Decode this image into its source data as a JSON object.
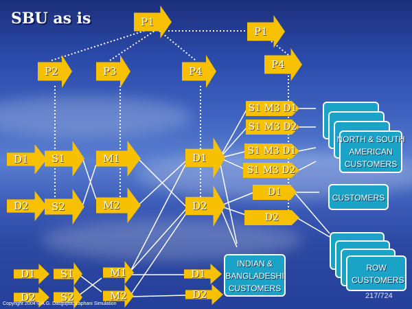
{
  "slide": {
    "title": "SBU as is",
    "copyright": "Copyright 2004 © A.G. Dasgupta, Laphani Simulation",
    "page_number": "217/724"
  },
  "plants": {
    "p1_left": "P1",
    "p1_right": "P1",
    "p2": "P2",
    "p3": "P3",
    "p4_left": "P4",
    "p4_right": "P4"
  },
  "chain_one": {
    "d1": "D1",
    "s1": "S1",
    "m1": "M1",
    "dist_d1": "D1",
    "d2": "D2",
    "s2": "S2",
    "m2": "M2",
    "dist_d2": "D2"
  },
  "chain_two": {
    "d1": "D1",
    "s1": "S1",
    "m1": "M1",
    "dist_d1": "D1",
    "d2": "D2",
    "s2": "S2",
    "m2": "M2",
    "dist_d2": "D2"
  },
  "routes": {
    "r1": "S1 M3 D1",
    "r2": "S1 M3 D2",
    "r3": "S1 M3 D1",
    "r4": "S1 M3 D2",
    "r5": "D1",
    "r6": "D2"
  },
  "customers": {
    "americas": "NORTH & SOUTH AMERICAN CUSTOMERS",
    "generic": "CUSTOMERS",
    "row": "ROW CUSTOMERS",
    "indian": "INDIAN & BANGLADESHI CUSTOMERS"
  },
  "colors": {
    "node": "#f7c000",
    "customer_box": "#1aa3c7",
    "background": "#2a49a8"
  }
}
